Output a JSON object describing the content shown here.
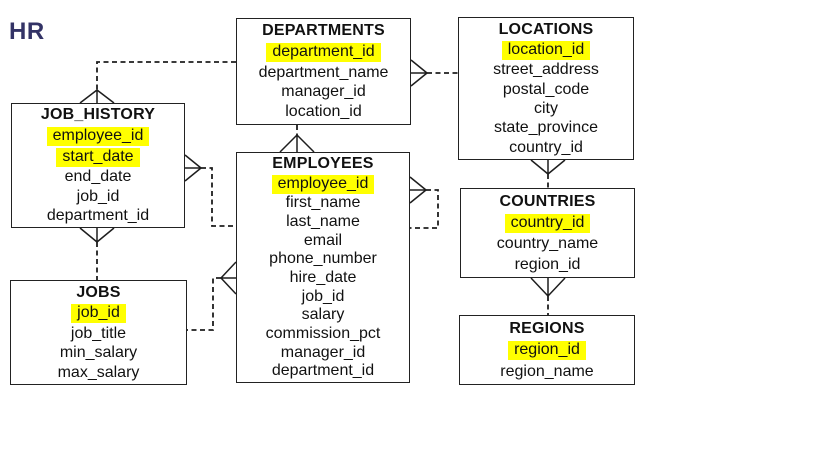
{
  "schema_label": "HR",
  "colors": {
    "highlight": "#ffff00",
    "accent": "#333366",
    "line": "#1e1e1e",
    "background": "#ffffff"
  },
  "entities": [
    {
      "title": "JOB_HISTORY",
      "fields": [
        {
          "name": "employee_id",
          "highlighted": true
        },
        {
          "name": "start_date",
          "highlighted": true
        },
        {
          "name": "end_date",
          "highlighted": false
        },
        {
          "name": "job_id",
          "highlighted": false
        },
        {
          "name": "department_id",
          "highlighted": false
        }
      ]
    },
    {
      "title": "JOBS",
      "fields": [
        {
          "name": "job_id",
          "highlighted": true
        },
        {
          "name": "job_title",
          "highlighted": false
        },
        {
          "name": "min_salary",
          "highlighted": false
        },
        {
          "name": "max_salary",
          "highlighted": false
        }
      ]
    },
    {
      "title": "DEPARTMENTS",
      "fields": [
        {
          "name": "department_id",
          "highlighted": true
        },
        {
          "name": "department_name",
          "highlighted": false
        },
        {
          "name": "manager_id",
          "highlighted": false
        },
        {
          "name": "location_id",
          "highlighted": false
        }
      ]
    },
    {
      "title": "EMPLOYEES",
      "fields": [
        {
          "name": "employee_id",
          "highlighted": true
        },
        {
          "name": "first_name",
          "highlighted": false
        },
        {
          "name": "last_name",
          "highlighted": false
        },
        {
          "name": "email",
          "highlighted": false
        },
        {
          "name": "phone_number",
          "highlighted": false
        },
        {
          "name": "hire_date",
          "highlighted": false
        },
        {
          "name": "job_id",
          "highlighted": false
        },
        {
          "name": "salary",
          "highlighted": false
        },
        {
          "name": "commission_pct",
          "highlighted": false
        },
        {
          "name": "manager_id",
          "highlighted": false
        },
        {
          "name": "department_id",
          "highlighted": false
        }
      ]
    },
    {
      "title": "LOCATIONS",
      "fields": [
        {
          "name": "location_id",
          "highlighted": true
        },
        {
          "name": "street_address",
          "highlighted": false
        },
        {
          "name": "postal_code",
          "highlighted": false
        },
        {
          "name": "city",
          "highlighted": false
        },
        {
          "name": "state_province",
          "highlighted": false
        },
        {
          "name": "country_id",
          "highlighted": false
        }
      ]
    },
    {
      "title": "COUNTRIES",
      "fields": [
        {
          "name": "country_id",
          "highlighted": true
        },
        {
          "name": "country_name",
          "highlighted": false
        },
        {
          "name": "region_id",
          "highlighted": false
        }
      ]
    },
    {
      "title": "REGIONS",
      "fields": [
        {
          "name": "region_id",
          "highlighted": true
        },
        {
          "name": "region_name",
          "highlighted": false
        }
      ]
    }
  ],
  "relationships": [
    {
      "from": "DEPARTMENTS",
      "to": "JOB_HISTORY",
      "many_end": "JOB_HISTORY",
      "style": "dashed-crowfoot"
    },
    {
      "from": "LOCATIONS",
      "to": "DEPARTMENTS",
      "many_end": "DEPARTMENTS",
      "style": "dashed-crowfoot"
    },
    {
      "from": "DEPARTMENTS",
      "to": "EMPLOYEES",
      "many_end": "EMPLOYEES",
      "style": "dashed-crowfoot"
    },
    {
      "from": "COUNTRIES",
      "to": "LOCATIONS",
      "many_end": "LOCATIONS",
      "style": "dashed-crowfoot"
    },
    {
      "from": "REGIONS",
      "to": "COUNTRIES",
      "many_end": "COUNTRIES",
      "style": "dashed-crowfoot"
    },
    {
      "from": "EMPLOYEES",
      "to": "JOB_HISTORY",
      "many_end": "JOB_HISTORY",
      "style": "dashed-crowfoot"
    },
    {
      "from": "JOBS",
      "to": "JOB_HISTORY",
      "many_end": "JOB_HISTORY",
      "style": "dashed-crowfoot"
    },
    {
      "from": "JOBS",
      "to": "EMPLOYEES",
      "many_end": "EMPLOYEES",
      "style": "dashed-crowfoot"
    },
    {
      "from": "EMPLOYEES",
      "to": "EMPLOYEES (manager)",
      "many_end": "EMPLOYEES",
      "style": "dashed-crowfoot-self"
    }
  ]
}
